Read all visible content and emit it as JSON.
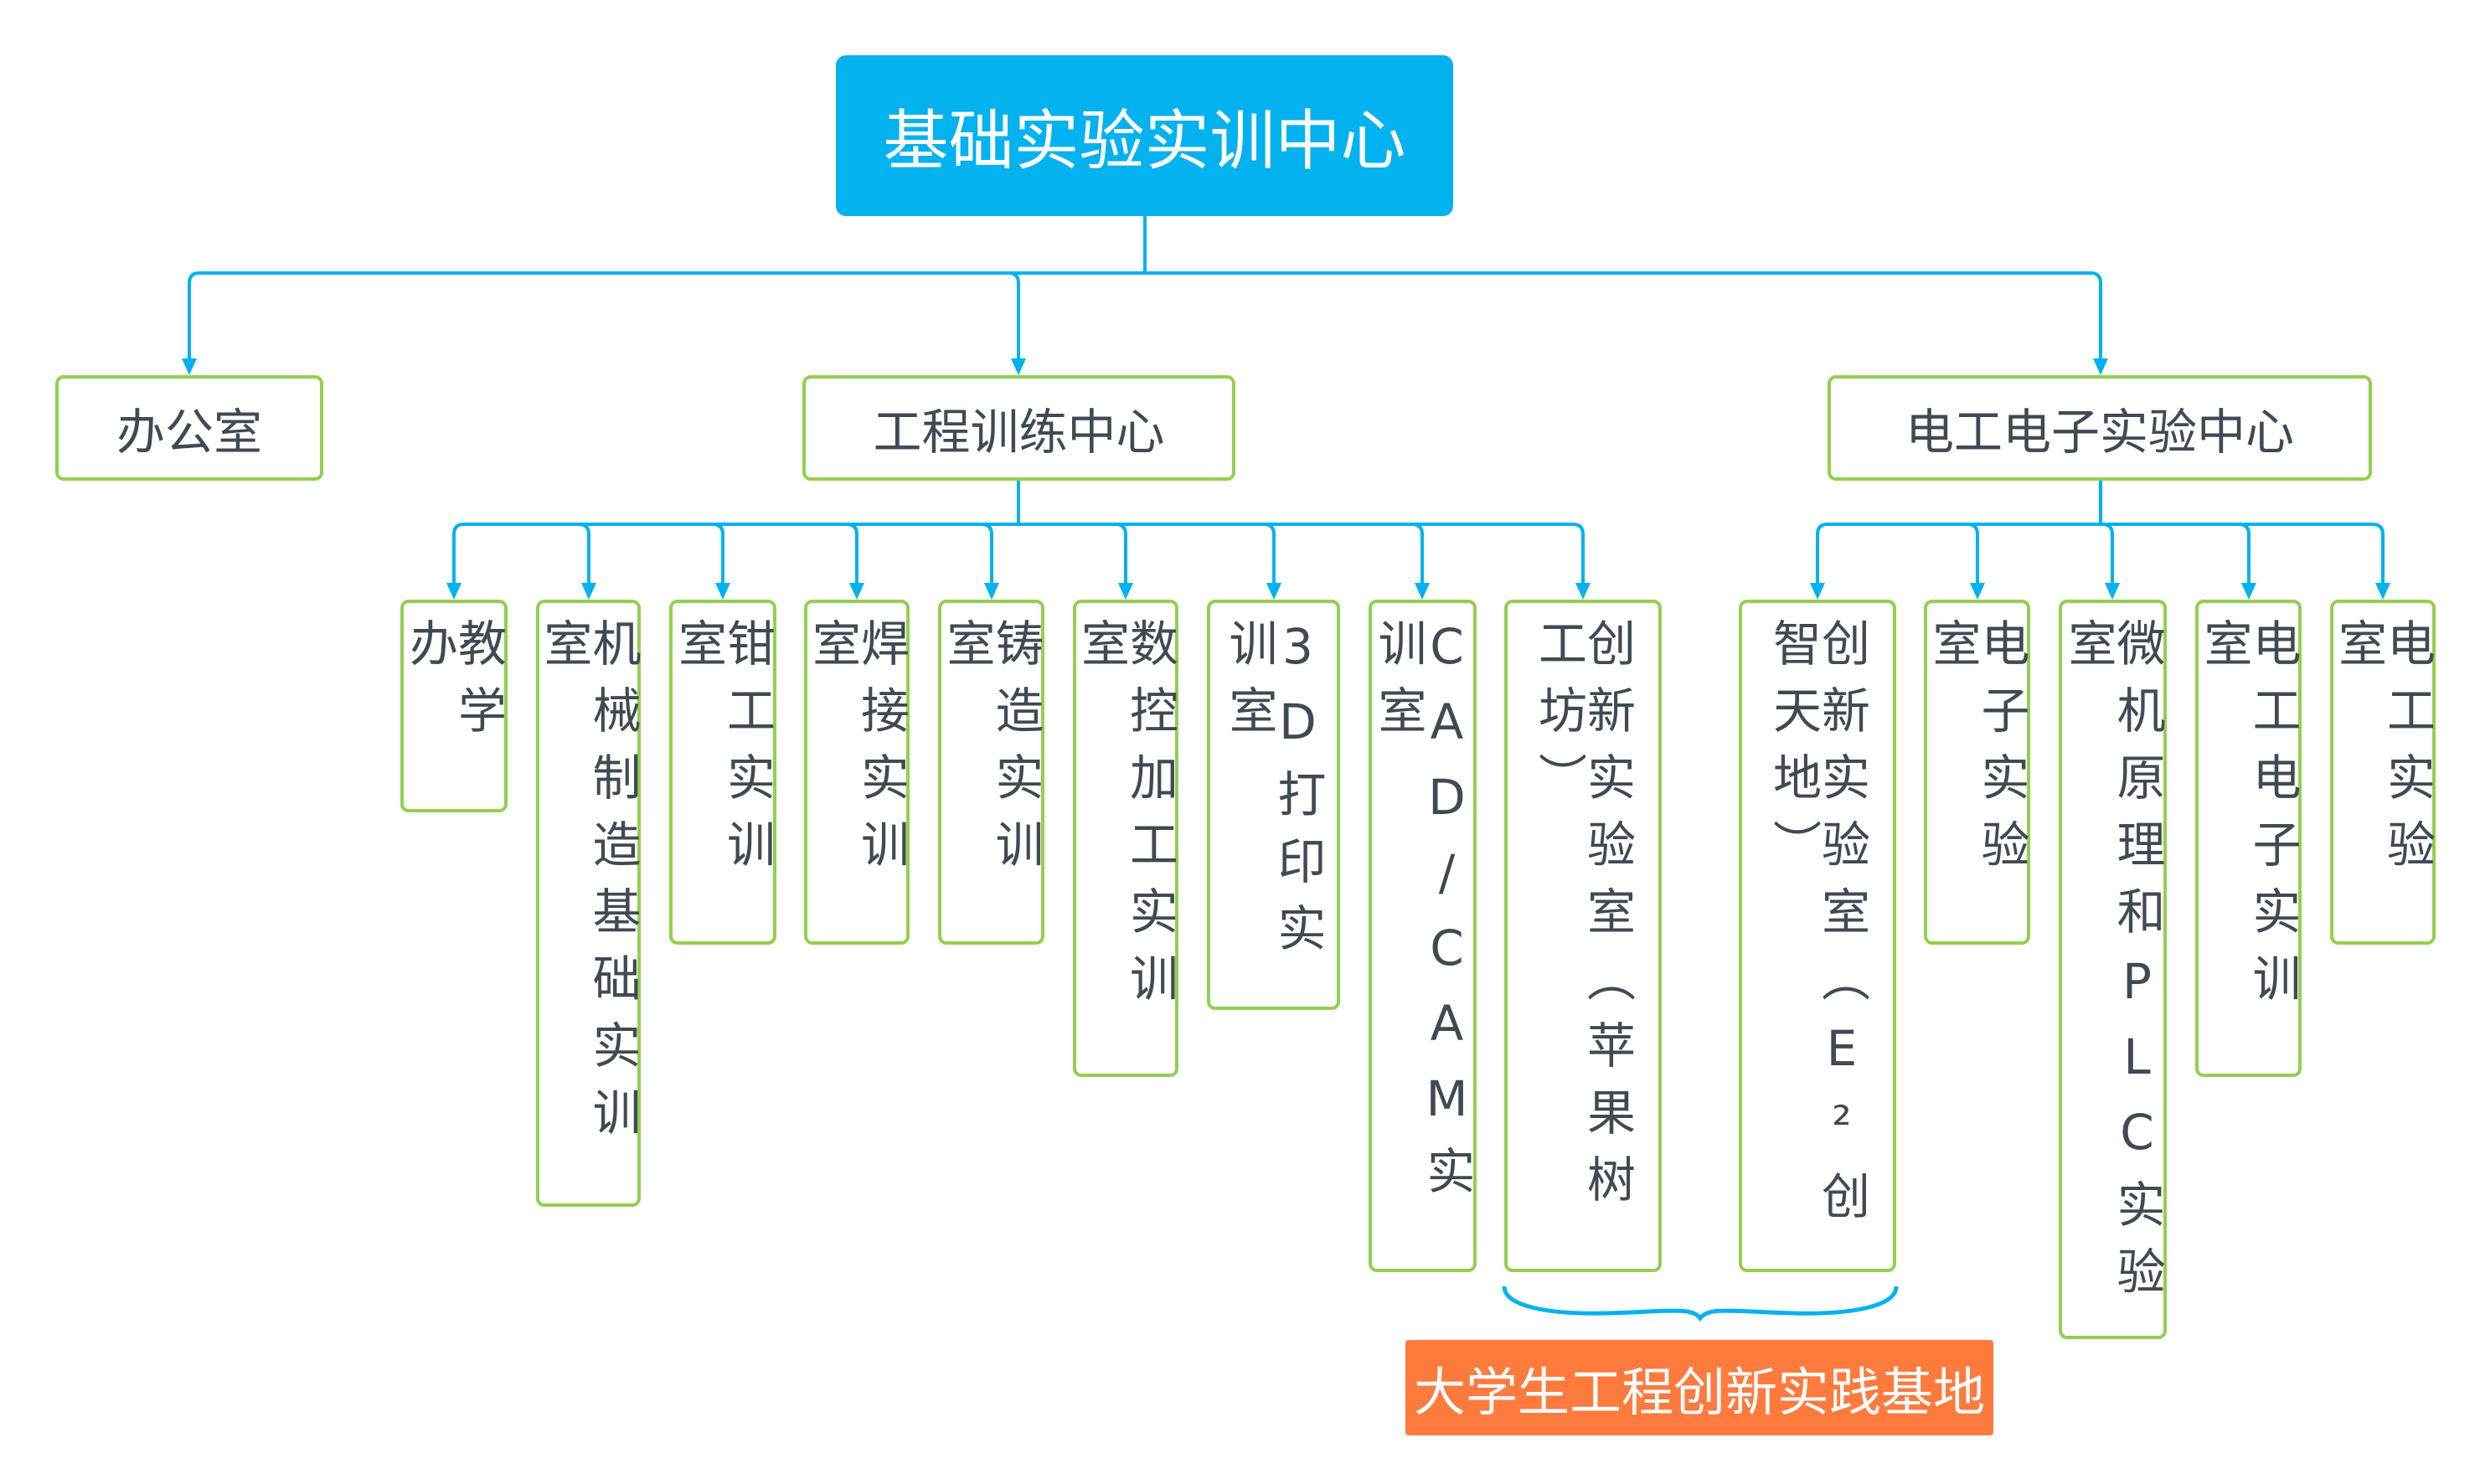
{
  "colors": {
    "root": "#03b2ef",
    "connector": "#03b2ef",
    "node_border": "#92d050",
    "node_text": "#3f4a54",
    "tag": "#ff7a3d"
  },
  "root": {
    "label": "基础实验实训中心"
  },
  "level1": [
    {
      "label": "办公室"
    },
    {
      "label": "工程训练中心"
    },
    {
      "label": "电工电子实验中心"
    }
  ],
  "engineering": [
    {
      "label": "教学办"
    },
    {
      "label": "机械制造基础实训室"
    },
    {
      "label": "钳工实训室"
    },
    {
      "label": "焊接实训室"
    },
    {
      "label": "铸造实训室"
    },
    {
      "label": "数控加工实训室"
    },
    {
      "label": "3D打印实训室"
    },
    {
      "label": "CAD/CAM实训室"
    },
    {
      "label": "创新实验室（苹果树工坊）"
    }
  ],
  "electrical": [
    {
      "label": "创新实验室（E²创智天地）"
    },
    {
      "label": "电子实验室"
    },
    {
      "label": "微机原理和PLC实验室"
    },
    {
      "label": "电工电子实训室"
    },
    {
      "label": "电工实验室"
    }
  ],
  "group_tag": {
    "label": "大学生工程创新实践基地"
  }
}
